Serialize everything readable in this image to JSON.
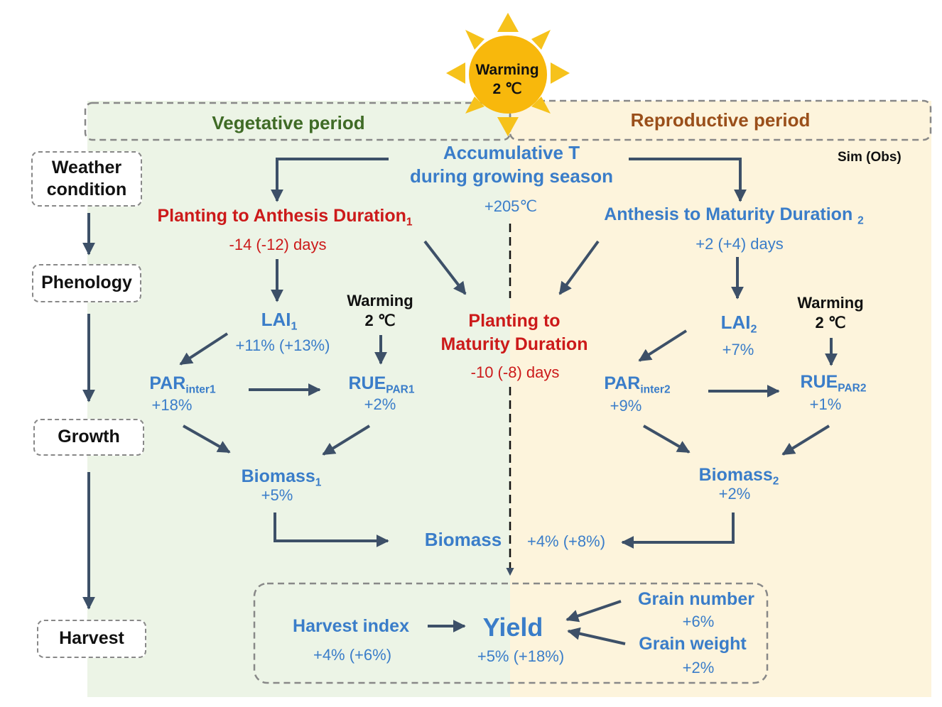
{
  "sun": {
    "line1": "Warming",
    "line2": "2 ℃"
  },
  "periods": {
    "vegetative": "Vegetative period",
    "reproductive": "Reproductive period"
  },
  "legend": "Sim (Obs)",
  "stages": {
    "weather_line1": "Weather",
    "weather_line2": "condition",
    "phenology": "Phenology",
    "growth": "Growth",
    "harvest": "Harvest"
  },
  "accum": {
    "line1": "Accumulative T",
    "line2": "during growing season",
    "value": "+205℃"
  },
  "pad1": {
    "label": "Planting to Anthesis Duration",
    "sub": "1",
    "value": "-14 (-12) days"
  },
  "amd2": {
    "label": "Anthesis to Maturity Duration ",
    "sub": "2",
    "value": "+2 (+4) days"
  },
  "pmd": {
    "line1": "Planting to",
    "line2": "Maturity Duration",
    "value": "-10 (-8) days"
  },
  "lai1": {
    "label": "LAI",
    "sub": "1",
    "value": "+11% (+13%)"
  },
  "lai2": {
    "label": "LAI",
    "sub": "2",
    "value": "+7%"
  },
  "warm1": {
    "line1": "Warming",
    "line2": "2 ℃"
  },
  "warm2": {
    "line1": "Warming",
    "line2": "2 ℃"
  },
  "par1": {
    "label": "PAR",
    "sub": "inter1",
    "value": "+18%"
  },
  "par2": {
    "label": "PAR",
    "sub": "inter2",
    "value": "+9%"
  },
  "rue1": {
    "label": "RUE",
    "sub": "PAR1",
    "value": "+2%"
  },
  "rue2": {
    "label": "RUE",
    "sub": "PAR2",
    "value": "+1%"
  },
  "bio1": {
    "label": "Biomass",
    "sub": "1",
    "value": "+5%"
  },
  "bio2": {
    "label": "Biomass",
    "sub": "2",
    "value": "+2%"
  },
  "biomass": {
    "label": "Biomass",
    "value": "+4% (+8%)"
  },
  "harvest_index": {
    "label": "Harvest index",
    "value": "+4% (+6%)"
  },
  "yield": {
    "label": "Yield",
    "value": "+5% (+18%)"
  },
  "grain_number": {
    "label": "Grain number",
    "value": "+6%"
  },
  "grain_weight": {
    "label": "Grain weight",
    "value": "+2%"
  }
}
